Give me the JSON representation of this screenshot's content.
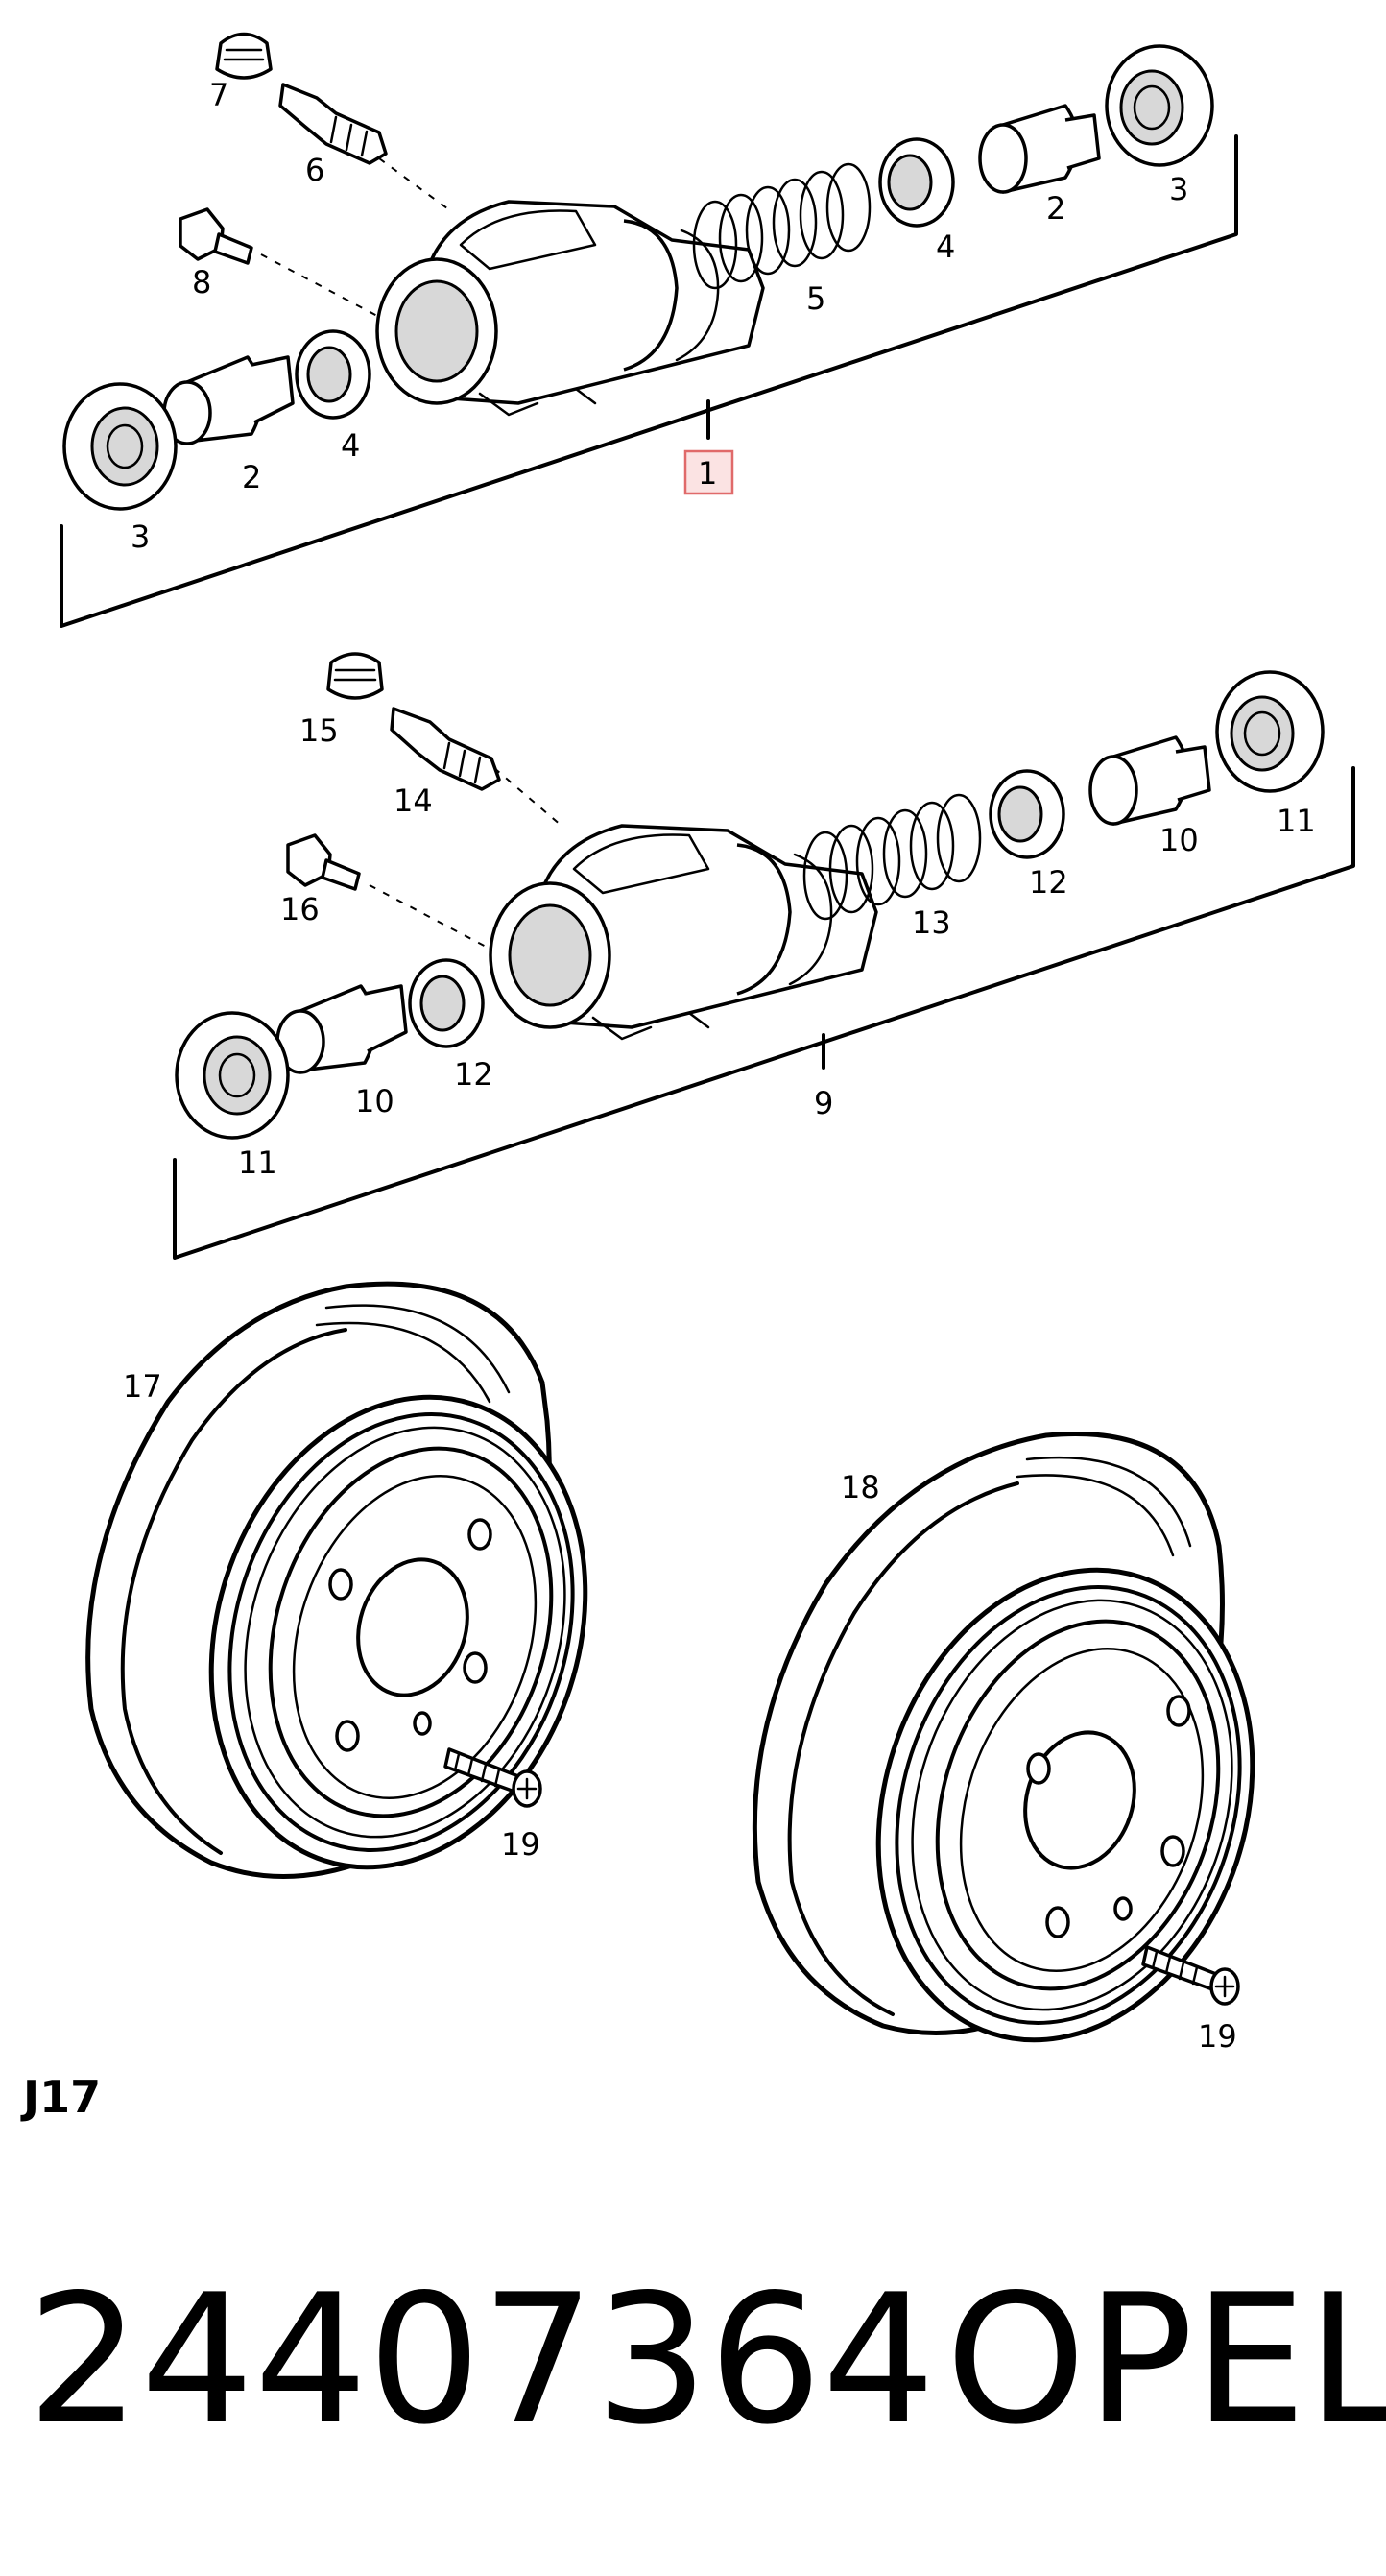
{
  "diagram": {
    "figure_code": "J17",
    "part_number": "24407364",
    "brand": "OPEL",
    "callouts": {
      "c1": "1",
      "c2a": "2",
      "c2b": "2",
      "c3a": "3",
      "c3b": "3",
      "c4a": "4",
      "c4b": "4",
      "c5": "5",
      "c6": "6",
      "c7": "7",
      "c8": "8",
      "c9": "9",
      "c10a": "10",
      "c10b": "10",
      "c11a": "11",
      "c11b": "11",
      "c12a": "12",
      "c12b": "12",
      "c13": "13",
      "c14": "14",
      "c15": "15",
      "c16": "16",
      "c17": "17",
      "c18": "18",
      "c19a": "19",
      "c19b": "19"
    },
    "highlighted_callout": "1",
    "highlight_color": "#e06a6a"
  }
}
